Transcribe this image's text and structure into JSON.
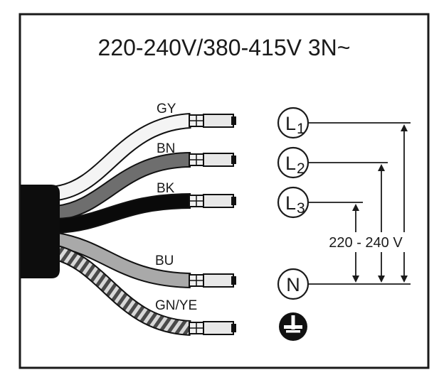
{
  "title": "220-240V/380-415V 3N~",
  "wires": [
    {
      "label": "GY",
      "color": "#f4f4f4"
    },
    {
      "label": "BN",
      "color": "#6e6e6e"
    },
    {
      "label": "BK",
      "color": "#0a0a0a"
    },
    {
      "label": "BU",
      "color": "#a9a9a9"
    },
    {
      "label": "GN/YE",
      "color": "#9a9a9a"
    }
  ],
  "terminals": [
    {
      "letter": "L",
      "sub": "1"
    },
    {
      "letter": "L",
      "sub": "2"
    },
    {
      "letter": "L",
      "sub": "3"
    },
    {
      "letter": "N",
      "sub": ""
    }
  ],
  "ground_icon": "earth-ground-icon",
  "voltage_label": "220 - 240 V",
  "colors": {
    "frame": "#1a1a1a",
    "cable": "#0d0d0d",
    "sleeve": "#e8e8e8"
  }
}
